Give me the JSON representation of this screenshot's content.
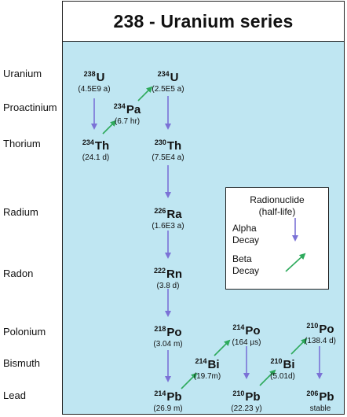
{
  "header": {
    "title": "238 - Uranium series"
  },
  "elements": [
    {
      "label": "Uranium"
    },
    {
      "label": "Proactinium"
    },
    {
      "label": "Thorium"
    },
    {
      "label": "Radium"
    },
    {
      "label": "Radon"
    },
    {
      "label": "Polonium"
    },
    {
      "label": "Bismuth"
    },
    {
      "label": "Lead"
    }
  ],
  "nuclides": [
    {
      "mass": "238",
      "symbol": "U",
      "half_life": "(4.5E9 a)"
    },
    {
      "mass": "234",
      "symbol": "Th",
      "half_life": "(24.1 d)"
    },
    {
      "mass": "234",
      "symbol": "Pa",
      "half_life": "(6.7 hr)"
    },
    {
      "mass": "234",
      "symbol": "U",
      "half_life": "(2.5E5 a)"
    },
    {
      "mass": "230",
      "symbol": "Th",
      "half_life": "(7.5E4 a)"
    },
    {
      "mass": "226",
      "symbol": "Ra",
      "half_life": "(1.6E3 a)"
    },
    {
      "mass": "222",
      "symbol": "Rn",
      "half_life": "(3.8 d)"
    },
    {
      "mass": "218",
      "symbol": "Po",
      "half_life": "(3.04 m)"
    },
    {
      "mass": "214",
      "symbol": "Pb",
      "half_life": "(26.9 m)"
    },
    {
      "mass": "214",
      "symbol": "Bi",
      "half_life": "(19.7m)"
    },
    {
      "mass": "214",
      "symbol": "Po",
      "half_life": "(164 µs)"
    },
    {
      "mass": "210",
      "symbol": "Pb",
      "half_life": "(22.23 y)"
    },
    {
      "mass": "210",
      "symbol": "Bi",
      "half_life": "(5.01d)"
    },
    {
      "mass": "210",
      "symbol": "Po",
      "half_life": "(138.4 d)"
    },
    {
      "mass": "206",
      "symbol": "Pb",
      "half_life": "stable"
    }
  ],
  "decays": [
    {
      "from": "238U",
      "to": "234Th",
      "type": "alpha"
    },
    {
      "from": "234Th",
      "to": "234Pa",
      "type": "beta"
    },
    {
      "from": "234Pa",
      "to": "234U",
      "type": "beta"
    },
    {
      "from": "234U",
      "to": "230Th",
      "type": "alpha"
    },
    {
      "from": "230Th",
      "to": "226Ra",
      "type": "alpha"
    },
    {
      "from": "226Ra",
      "to": "222Rn",
      "type": "alpha"
    },
    {
      "from": "222Rn",
      "to": "218Po",
      "type": "alpha"
    },
    {
      "from": "218Po",
      "to": "214Pb",
      "type": "alpha"
    },
    {
      "from": "214Pb",
      "to": "214Bi",
      "type": "beta"
    },
    {
      "from": "214Bi",
      "to": "214Po",
      "type": "beta"
    },
    {
      "from": "214Po",
      "to": "210Pb",
      "type": "alpha"
    },
    {
      "from": "210Pb",
      "to": "210Bi",
      "type": "beta"
    },
    {
      "from": "210Bi",
      "to": "210Po",
      "type": "beta"
    },
    {
      "from": "210Po",
      "to": "206Pb",
      "type": "alpha"
    }
  ],
  "legend": {
    "title_line1": "Radionuclide",
    "title_line2": "(half-life)",
    "alpha_line1": "Alpha",
    "alpha_line2": "Decay",
    "beta_line1": "Beta",
    "beta_line2": "Decay"
  },
  "colors": {
    "background": "#bfe6f2",
    "alpha_arrow": "#7b72d6",
    "beta_arrow": "#2eaa5c"
  }
}
